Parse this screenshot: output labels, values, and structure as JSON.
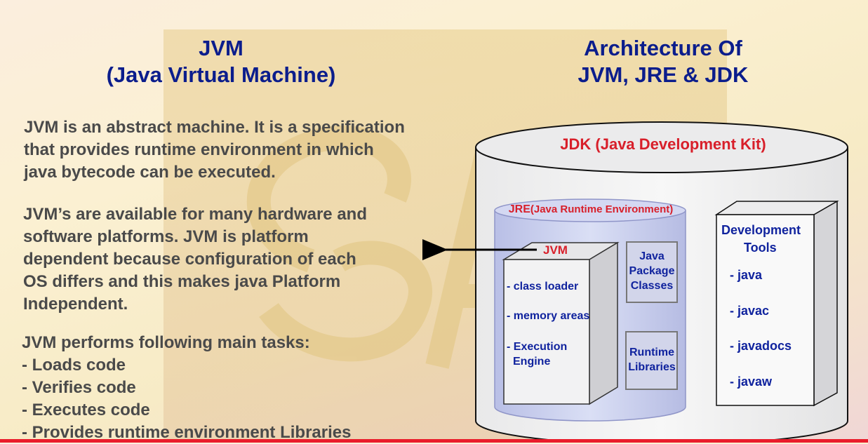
{
  "left": {
    "title_line1": "JVM",
    "title_line2": "(Java Virtual Machine)",
    "para1_lines": [
      "JVM is an abstract machine. It is a specification",
      "that provides runtime environment in which",
      "java bytecode can be executed."
    ],
    "para2_lines": [
      "JVM’s are available for many hardware and",
      "software platforms. JVM is platform",
      "dependent because configuration of each",
      "OS differs and this makes java Platform",
      "Independent."
    ],
    "tasks_heading": "JVM performs following main tasks:",
    "tasks": [
      "- Loads code",
      "- Verifies code",
      "- Executes code",
      "- Provides runtime environment Libraries"
    ]
  },
  "right": {
    "title_line1": "Architecture Of",
    "title_line2": "JVM, JRE & JDK"
  },
  "diagram": {
    "jdk_label": "JDK (Java Development Kit)",
    "jre_label_big": "JRE",
    "jre_label_rest": "(Java Runtime Environment)",
    "jvm_label": "JVM",
    "jvm_items": [
      "- class loader",
      "- memory areas",
      "- Execution",
      "Engine"
    ],
    "java_package_lines": [
      "Java",
      "Package",
      "Classes"
    ],
    "runtime_lib_lines": [
      "Runtime",
      "Libraries"
    ],
    "dev_tools_lines": [
      "Development",
      "Tools"
    ],
    "dev_tools_items": [
      "- java",
      "- javac",
      "- javadocs",
      "- javaw"
    ]
  },
  "colors": {
    "title_blue": "#0b1d8c",
    "label_red": "#d81f2a",
    "diagram_blue": "#10239e",
    "body_gray": "#4a4a4a"
  }
}
